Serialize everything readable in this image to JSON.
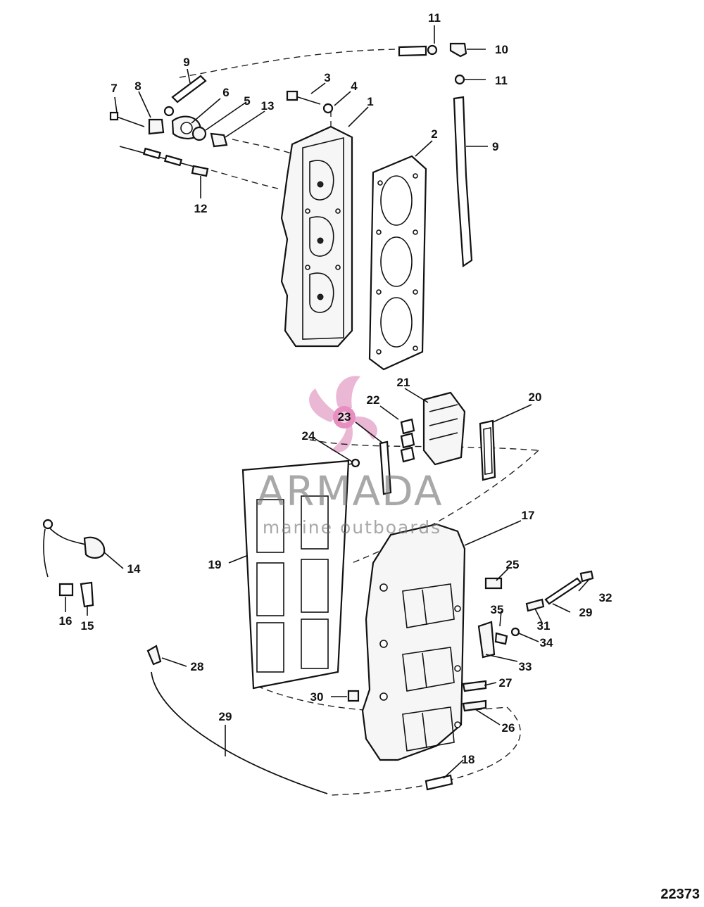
{
  "figure_number": "22373",
  "watermark": {
    "brand": "ARMADA",
    "tagline": "marine outboards",
    "logo_color": "#e3a0c6",
    "text_color": "#6f6f6f"
  },
  "callouts": {
    "c1": "1",
    "c2": "2",
    "c3": "3",
    "c4": "4",
    "c5": "5",
    "c6": "6",
    "c7": "7",
    "c8": "8",
    "c9a": "9",
    "c9b": "9",
    "c10": "10",
    "c11a": "11",
    "c11b": "11",
    "c12": "12",
    "c13": "13",
    "c14": "14",
    "c15": "15",
    "c16": "16",
    "c17": "17",
    "c18": "18",
    "c19": "19",
    "c20": "20",
    "c21": "21",
    "c22": "22",
    "c23": "23",
    "c24": "24",
    "c25": "25",
    "c26": "26",
    "c27": "27",
    "c28": "28",
    "c29a": "29",
    "c29b": "29",
    "c30": "30",
    "c31": "31",
    "c32": "32",
    "c33": "33",
    "c34": "34",
    "c35": "35"
  }
}
